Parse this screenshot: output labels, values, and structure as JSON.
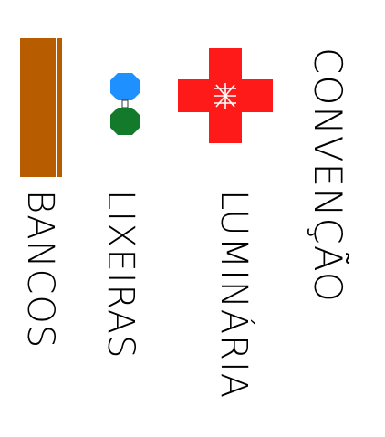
{
  "title": "CONVENÇÃO",
  "legend": [
    {
      "label": "LUMINÁRIA",
      "symbol": "cross-lamp",
      "color": "#ff1a1a"
    },
    {
      "label": "LIXEIRAS",
      "symbol": "paired-bins",
      "colors": [
        "#1e90ff",
        "#127a2a"
      ]
    },
    {
      "label": "BANCOS",
      "symbol": "bench-bar",
      "color": "#b85c00"
    }
  ]
}
